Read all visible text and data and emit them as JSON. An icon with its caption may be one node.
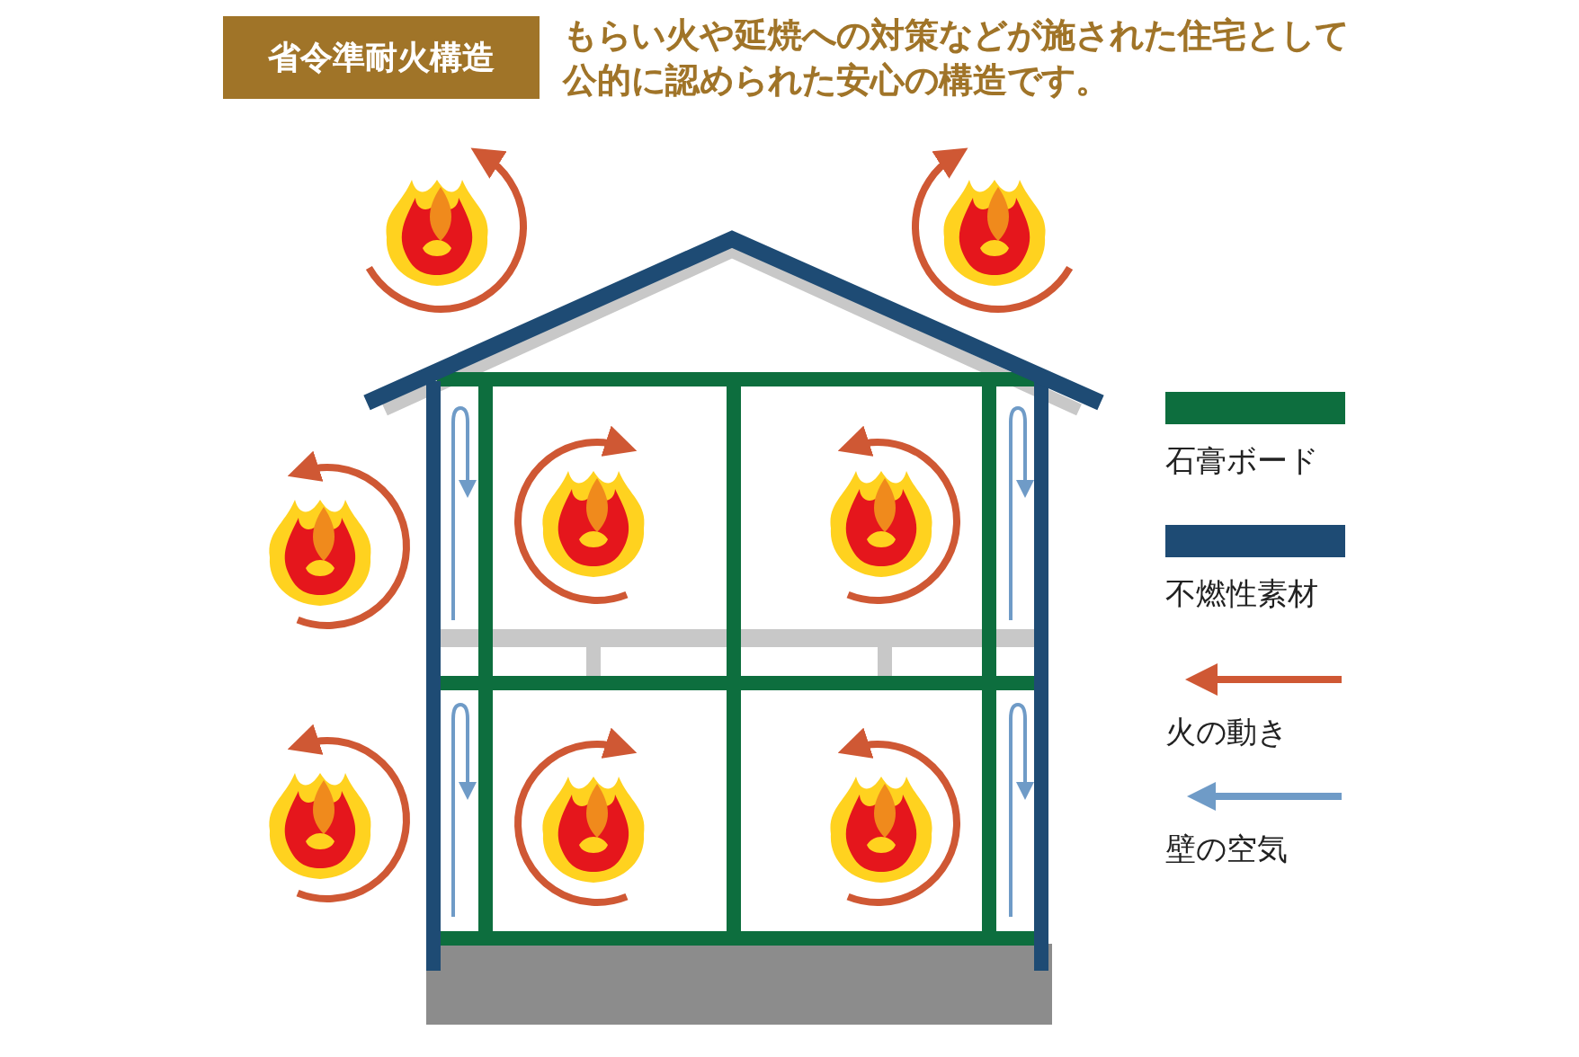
{
  "diagram": {
    "title": "省令準耐火構造",
    "labels": [
      "もらい火や延焼への対策などが施された住宅として公的に認められた安心の構造です。"
    ],
    "legend": [
      {
        "text": "石膏ボード",
        "color": "#0d6e3e"
      },
      {
        "text": "不燃性素材",
        "color": "#1e4b74"
      },
      {
        "text": "火の動き"
      },
      {
        "text": "壁の空気"
      }
    ]
  }
}
